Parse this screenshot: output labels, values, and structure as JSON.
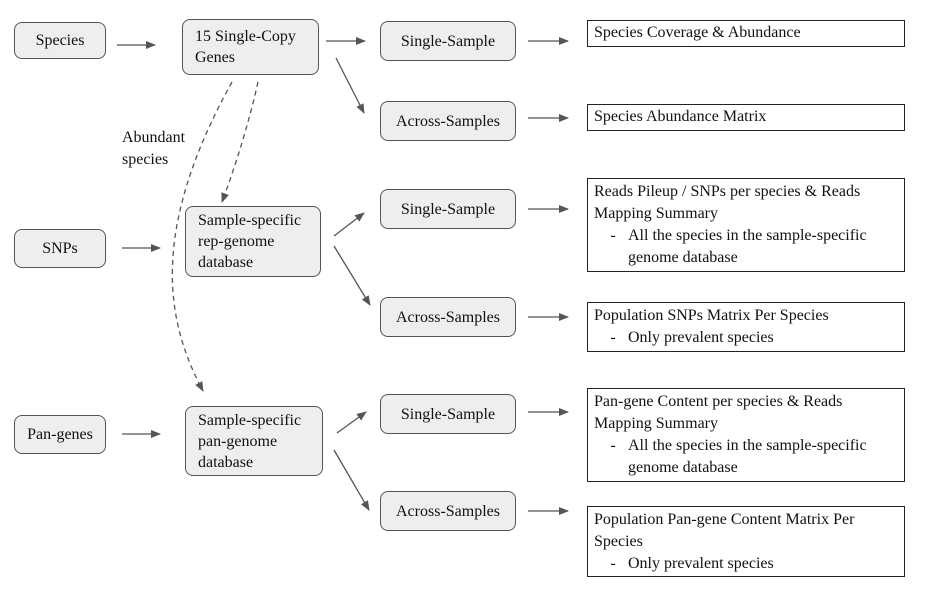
{
  "nodes": {
    "species": "Species",
    "snps": "SNPs",
    "pangenes": "Pan-genes",
    "single_copy_genes": "15 Single-Copy Genes",
    "rep_genome_db": "Sample-specific rep-genome database",
    "pan_genome_db": "Sample-specific pan-genome database",
    "species_single_sample": "Single-Sample",
    "species_across_samples": "Across-Samples",
    "snps_single_sample": "Single-Sample",
    "snps_across_samples": "Across-Samples",
    "pangenes_single_sample": "Single-Sample",
    "pangenes_across_samples": "Across-Samples"
  },
  "edge_labels": {
    "abundant_species": "Abundant species"
  },
  "outputs": {
    "species_coverage": {
      "title": "Species Coverage & Abundance",
      "bullets": []
    },
    "species_matrix": {
      "title": "Species Abundance Matrix",
      "bullets": []
    },
    "snps_pileup": {
      "title": "Reads Pileup / SNPs per species & Reads Mapping Summary",
      "bullets": [
        "All the species in the sample-specific genome database"
      ]
    },
    "snps_matrix": {
      "title": "Population SNPs Matrix Per Species",
      "bullets": [
        "Only prevalent species"
      ]
    },
    "pangene_content": {
      "title": "Pan-gene Content per species & Reads Mapping Summary",
      "bullets": [
        "All the species in the sample-specific genome database"
      ]
    },
    "pangene_matrix": {
      "title": "Population Pan-gene Content Matrix Per Species",
      "bullets": [
        "Only prevalent species"
      ]
    }
  },
  "bullet_marker": "-"
}
